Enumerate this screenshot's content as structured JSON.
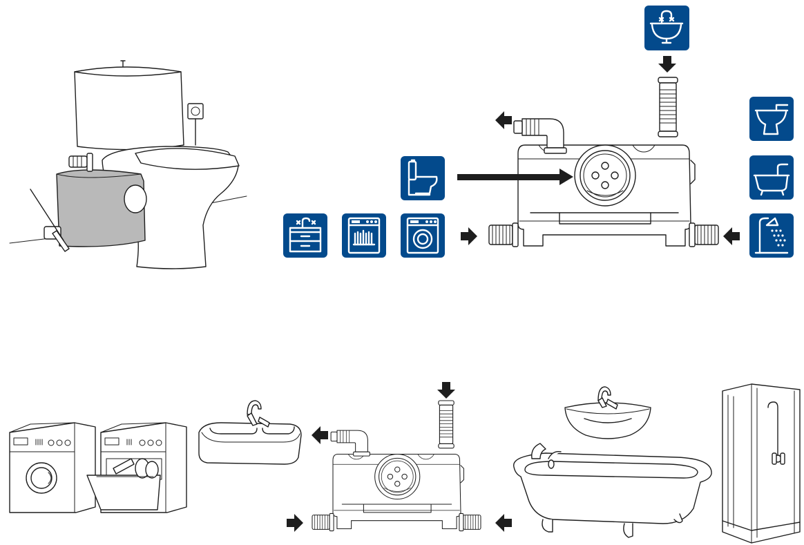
{
  "colors": {
    "icon_tile": "#034a8c",
    "line_art": "#1e1e1e",
    "pump_shading": "#b9b9b9",
    "background": "#ffffff"
  },
  "icons": [
    "washbasin-icon",
    "toilet-icon",
    "bidet-icon",
    "bathtub-icon",
    "shower-icon",
    "vanity-sink-icon",
    "dishwasher-icon",
    "washing-machine-icon"
  ],
  "illustrations": [
    "toilet-with-macerator-pump",
    "macerator-pump-unit",
    "washing-machine",
    "dishwasher",
    "kitchen-sink",
    "bathtub",
    "washbasin",
    "shower-cabin"
  ]
}
